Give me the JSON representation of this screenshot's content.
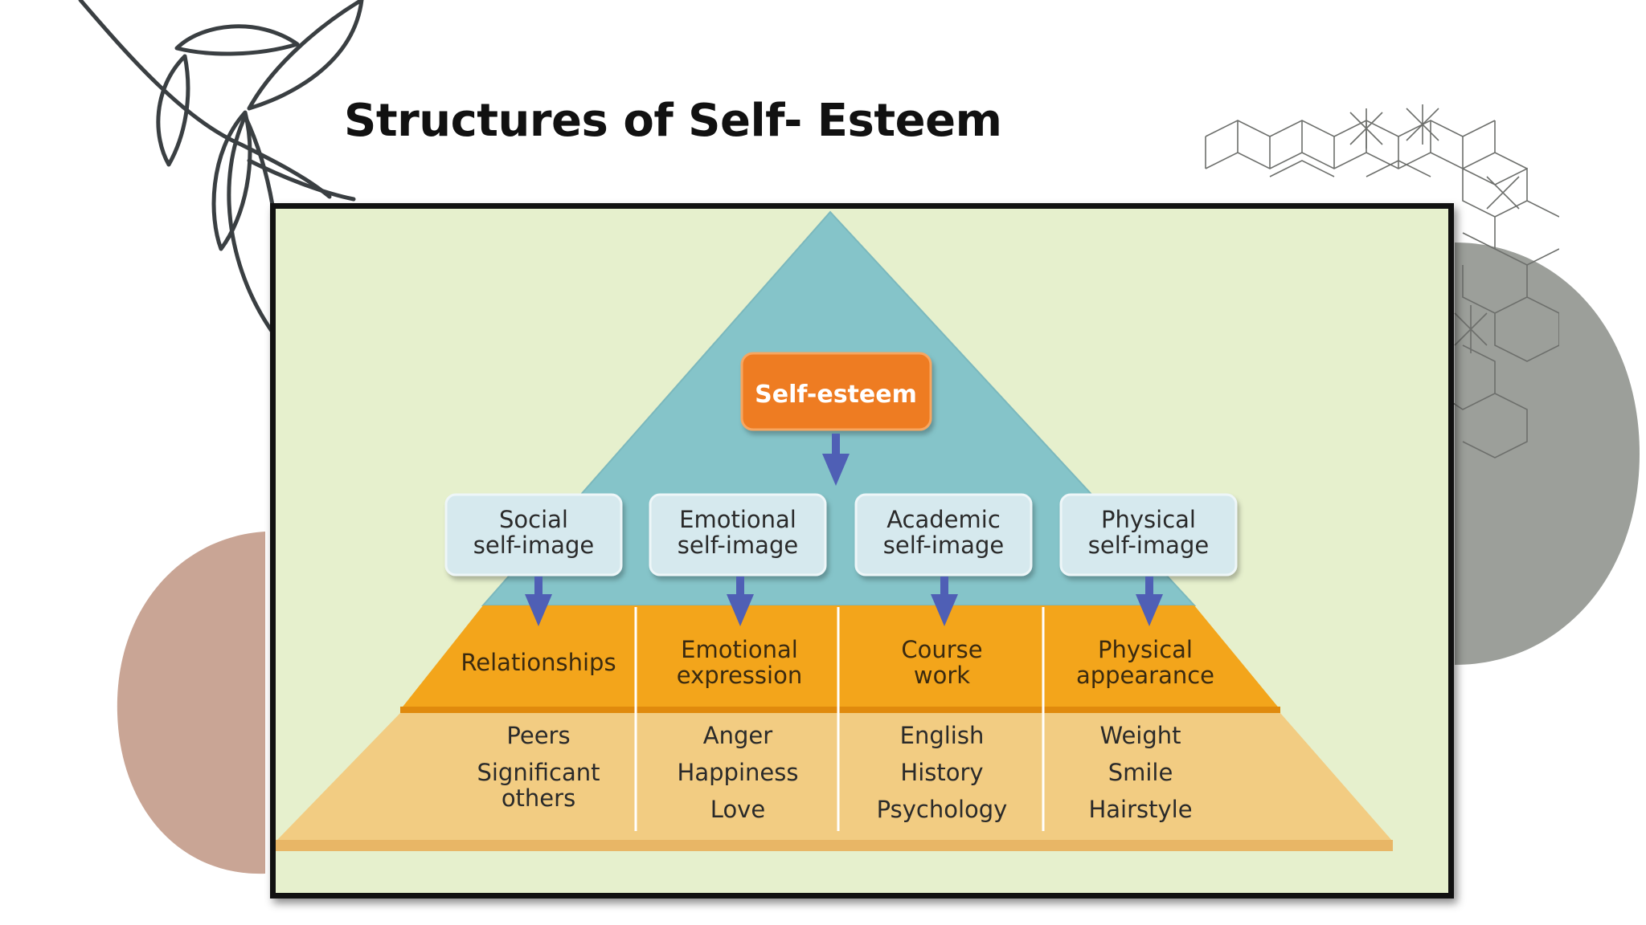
{
  "title": "Structures of Self- Esteem",
  "colors": {
    "background": "#e6f0cd",
    "apex": "#85c4c9",
    "middle_band": "#f3a51b",
    "base_band": "#f2cc82",
    "top_box": "#ee7c22",
    "image_box": "#d6e9ee",
    "arrow": "#4f5fb5",
    "deco_pink": "#c9a595",
    "deco_gray": "#9c9f9a",
    "leaf_stroke": "#3a3f42"
  },
  "diagram": {
    "top": "Self-esteem",
    "images": [
      {
        "line1": "Social",
        "line2": "self-image"
      },
      {
        "line1": "Emotional",
        "line2": "self-image"
      },
      {
        "line1": "Academic",
        "line2": "self-image"
      },
      {
        "line1": "Physical",
        "line2": "self-image"
      }
    ],
    "areas": [
      {
        "line1": "Relationships",
        "line2": ""
      },
      {
        "line1": "Emotional",
        "line2": "expression"
      },
      {
        "line1": "Course",
        "line2": "work"
      },
      {
        "line1": "Physical",
        "line2": "appearance"
      }
    ],
    "examples": [
      {
        "a": "Peers",
        "b": "Significant",
        "c": "others"
      },
      {
        "a": "Anger",
        "b": "Happiness",
        "c": "Love"
      },
      {
        "a": "English",
        "b": "History",
        "c": "Psychology"
      },
      {
        "a": "Weight",
        "b": "Smile",
        "c": "Hairstyle"
      }
    ]
  }
}
